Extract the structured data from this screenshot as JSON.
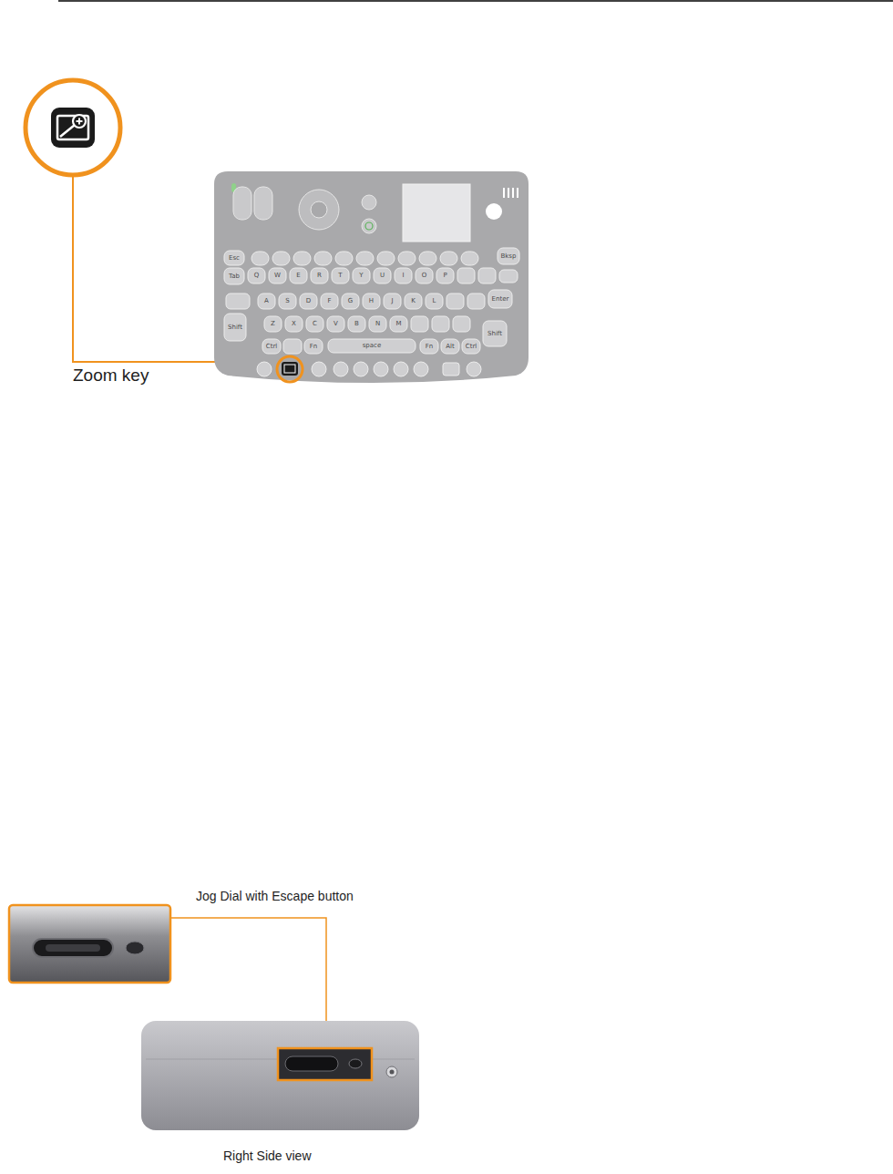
{
  "diagram": {
    "labels": [
      "Zoom key",
      "Jog Dial with Escape button",
      "Right Side view",
      "Esc",
      "Bksp",
      "Tab",
      "Q",
      "W",
      "E",
      "R",
      "T",
      "Y",
      "U",
      "I",
      "O",
      "P",
      "A",
      "S",
      "D",
      "F",
      "G",
      "H",
      "J",
      "K",
      "L",
      "Enter",
      "Shift",
      "Z",
      "X",
      "C",
      "V",
      "B",
      "N",
      "M",
      "Shift",
      "Ctrl",
      "Fn",
      "space",
      "Fn",
      "Alt",
      "Ctrl"
    ]
  }
}
